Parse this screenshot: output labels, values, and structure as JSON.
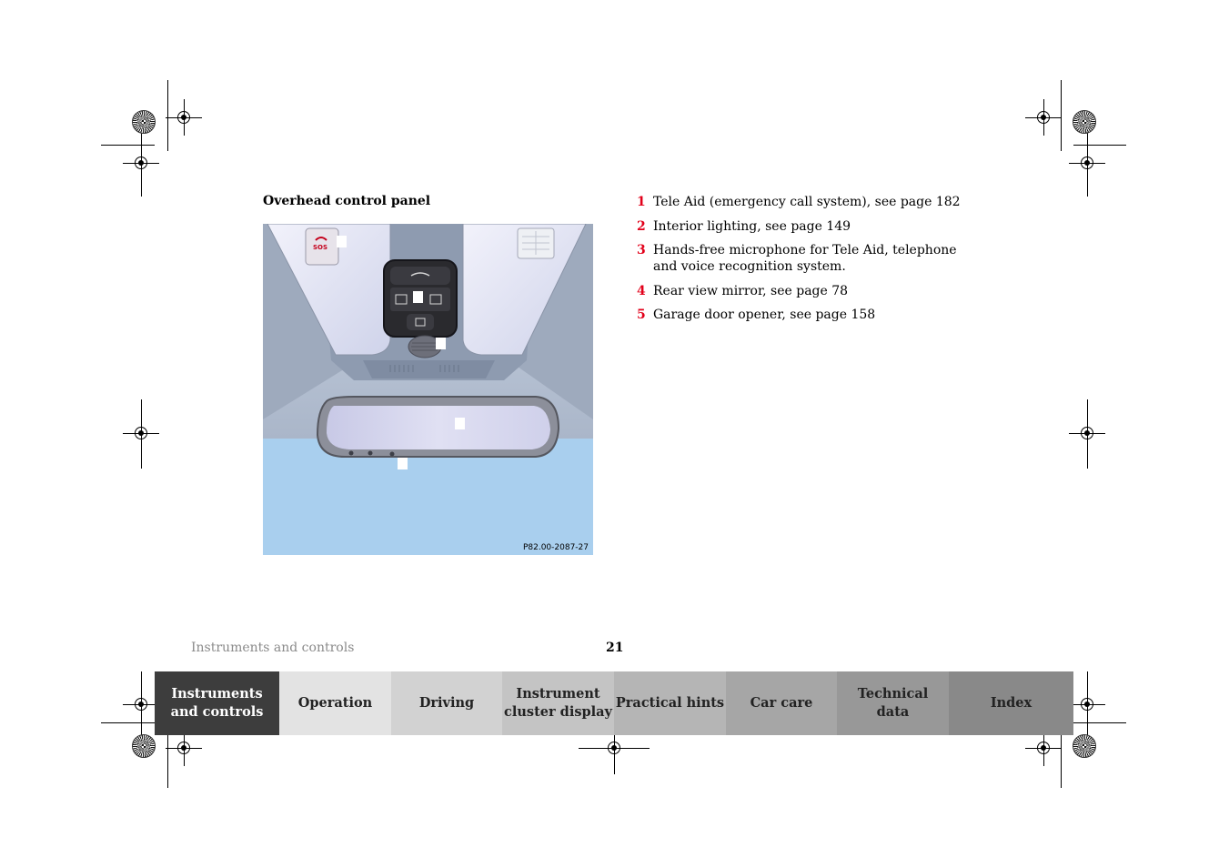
{
  "section": {
    "title": "Overhead control panel"
  },
  "figure": {
    "code": "P82.00-2087-27",
    "sos_label": "SOS"
  },
  "legend": [
    {
      "num": "1",
      "text": "Tele Aid (emergency call system), see page 182"
    },
    {
      "num": "2",
      "text": "Interior lighting, see page 149"
    },
    {
      "num": "3",
      "text": "Hands-free microphone for Tele Aid, telephone and voice recognition system."
    },
    {
      "num": "4",
      "text": "Rear view mirror, see page 78"
    },
    {
      "num": "5",
      "text": "Garage door opener, see page 158"
    }
  ],
  "footer": {
    "running_head": "Instruments and controls",
    "page_number": "21"
  },
  "nav": {
    "tabs": [
      {
        "label": "Instruments\nand controls",
        "bg": "#3d3d3d",
        "fg": "#ffffff",
        "active": true
      },
      {
        "label": "Operation",
        "bg": "#e3e3e3",
        "fg": "#222222"
      },
      {
        "label": "Driving",
        "bg": "#d2d2d2",
        "fg": "#222222"
      },
      {
        "label": "Instrument\ncluster display",
        "bg": "#c4c4c4",
        "fg": "#222222"
      },
      {
        "label": "Practical hints",
        "bg": "#b5b5b5",
        "fg": "#222222"
      },
      {
        "label": "Car care",
        "bg": "#a6a6a6",
        "fg": "#222222"
      },
      {
        "label": "Technical\ndata",
        "bg": "#989898",
        "fg": "#222222"
      },
      {
        "label": "Index",
        "bg": "#898989",
        "fg": "#222222"
      }
    ]
  }
}
